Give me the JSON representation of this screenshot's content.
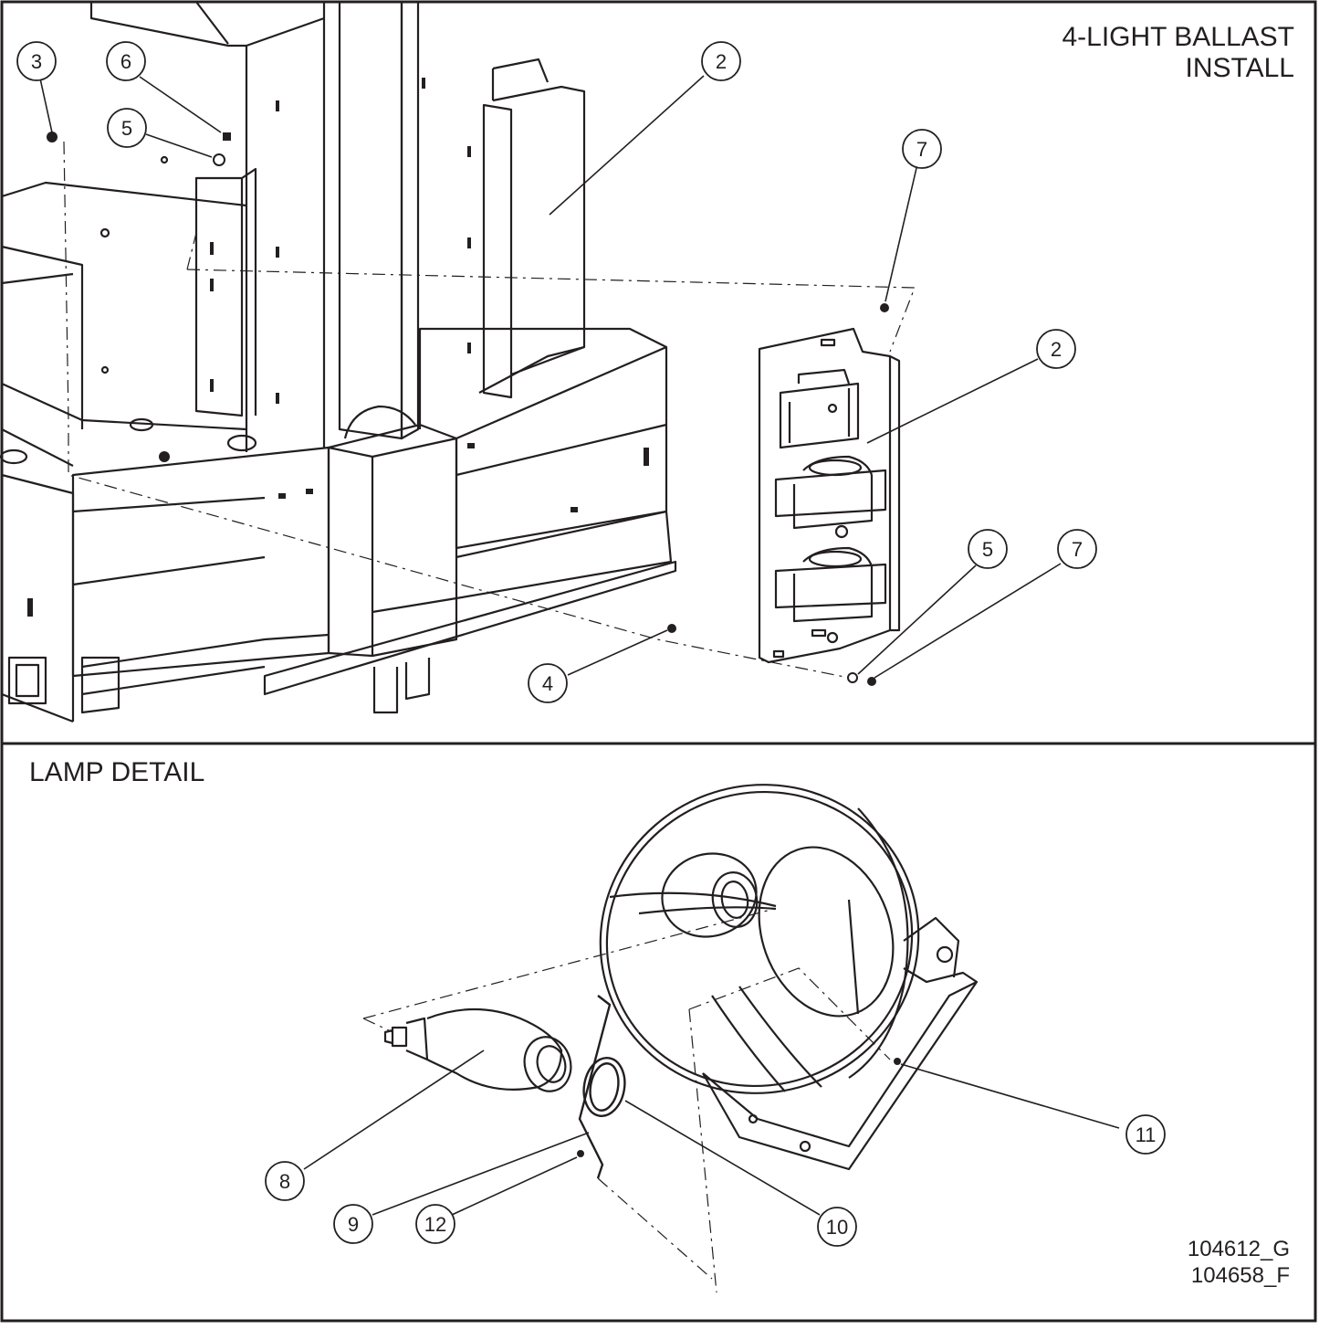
{
  "panels": {
    "ballast": {
      "title_line1": "4-LIGHT BALLAST",
      "title_line2": "INSTALL"
    },
    "lamp": {
      "title": "LAMP DETAIL"
    }
  },
  "drawing_numbers": [
    "104612_G",
    "104658_F"
  ],
  "callouts": [
    {
      "id": "c3",
      "label": "3"
    },
    {
      "id": "c6",
      "label": "6"
    },
    {
      "id": "c5a",
      "label": "5"
    },
    {
      "id": "c2a",
      "label": "2"
    },
    {
      "id": "c7a",
      "label": "7"
    },
    {
      "id": "c2b",
      "label": "2"
    },
    {
      "id": "c5b",
      "label": "5"
    },
    {
      "id": "c7b",
      "label": "7"
    },
    {
      "id": "c4",
      "label": "4"
    },
    {
      "id": "c8",
      "label": "8"
    },
    {
      "id": "c9",
      "label": "9"
    },
    {
      "id": "c10",
      "label": "10"
    },
    {
      "id": "c11",
      "label": "11"
    },
    {
      "id": "c12",
      "label": "12"
    }
  ],
  "colors": {
    "ink": "#231f20",
    "paper": "#ffffff"
  }
}
